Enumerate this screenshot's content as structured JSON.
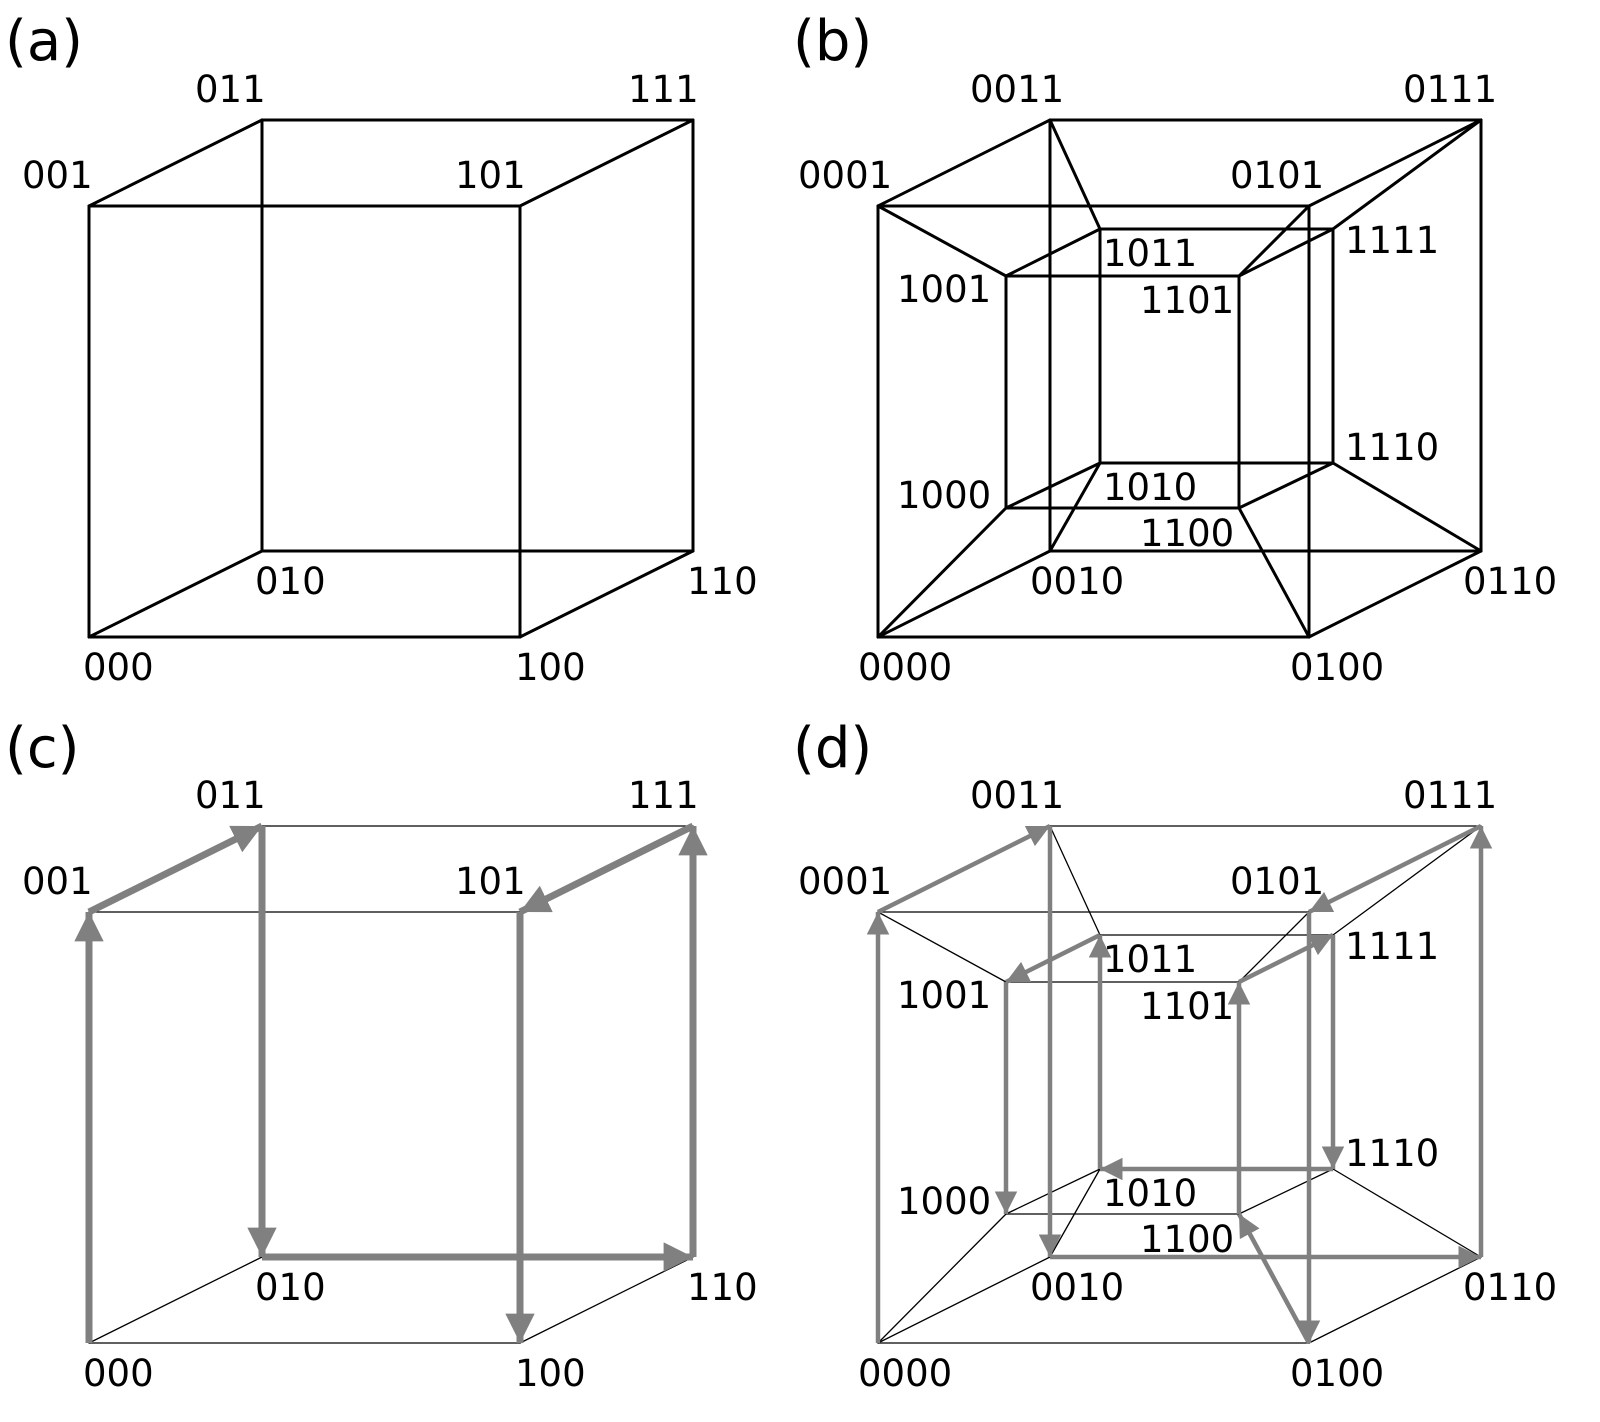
{
  "colors": {
    "edge": "#000000",
    "path": "#808080"
  },
  "panels": [
    {
      "id": "a",
      "label": "(a)",
      "kind": "cube3",
      "style": "plain",
      "vertices": [
        "000",
        "100",
        "010",
        "110",
        "001",
        "101",
        "011",
        "111"
      ],
      "edges": [
        [
          "000",
          "100"
        ],
        [
          "010",
          "110"
        ],
        [
          "001",
          "101"
        ],
        [
          "011",
          "111"
        ],
        [
          "000",
          "010"
        ],
        [
          "100",
          "110"
        ],
        [
          "001",
          "011"
        ],
        [
          "101",
          "111"
        ],
        [
          "000",
          "001"
        ],
        [
          "100",
          "101"
        ],
        [
          "010",
          "011"
        ],
        [
          "110",
          "111"
        ]
      ],
      "path": []
    },
    {
      "id": "b",
      "label": "(b)",
      "kind": "cube4",
      "style": "plain",
      "vertices": [
        "0000",
        "0100",
        "0010",
        "0110",
        "0001",
        "0101",
        "0011",
        "0111",
        "1000",
        "1100",
        "1010",
        "1110",
        "1001",
        "1101",
        "1011",
        "1111"
      ],
      "edges": [
        [
          "0000",
          "0100"
        ],
        [
          "0010",
          "0110"
        ],
        [
          "0001",
          "0101"
        ],
        [
          "0011",
          "0111"
        ],
        [
          "0000",
          "0010"
        ],
        [
          "0100",
          "0110"
        ],
        [
          "0001",
          "0011"
        ],
        [
          "0101",
          "0111"
        ],
        [
          "0000",
          "0001"
        ],
        [
          "0100",
          "0101"
        ],
        [
          "0010",
          "0011"
        ],
        [
          "0110",
          "0111"
        ],
        [
          "1000",
          "1100"
        ],
        [
          "1010",
          "1110"
        ],
        [
          "1001",
          "1101"
        ],
        [
          "1011",
          "1111"
        ],
        [
          "1000",
          "1010"
        ],
        [
          "1100",
          "1110"
        ],
        [
          "1001",
          "1011"
        ],
        [
          "1101",
          "1111"
        ],
        [
          "1000",
          "1001"
        ],
        [
          "1100",
          "1101"
        ],
        [
          "1010",
          "1011"
        ],
        [
          "1110",
          "1111"
        ],
        [
          "0000",
          "1000"
        ],
        [
          "0100",
          "1100"
        ],
        [
          "0010",
          "1010"
        ],
        [
          "0110",
          "1110"
        ],
        [
          "0001",
          "1001"
        ],
        [
          "0101",
          "1101"
        ],
        [
          "0011",
          "1011"
        ],
        [
          "0111",
          "1111"
        ]
      ],
      "path": []
    },
    {
      "id": "c",
      "label": "(c)",
      "kind": "cube3",
      "style": "path",
      "vertices": [
        "000",
        "100",
        "010",
        "110",
        "001",
        "101",
        "011",
        "111"
      ],
      "edges": [
        [
          "000",
          "100"
        ],
        [
          "010",
          "110"
        ],
        [
          "001",
          "101"
        ],
        [
          "011",
          "111"
        ],
        [
          "000",
          "010"
        ],
        [
          "100",
          "110"
        ],
        [
          "001",
          "011"
        ],
        [
          "101",
          "111"
        ],
        [
          "000",
          "001"
        ],
        [
          "100",
          "101"
        ],
        [
          "010",
          "011"
        ],
        [
          "110",
          "111"
        ]
      ],
      "path": [
        "000",
        "001",
        "011",
        "010",
        "110",
        "111",
        "101",
        "100"
      ]
    },
    {
      "id": "d",
      "label": "(d)",
      "kind": "cube4",
      "style": "path",
      "vertices": [
        "0000",
        "0100",
        "0010",
        "0110",
        "0001",
        "0101",
        "0011",
        "0111",
        "1000",
        "1100",
        "1010",
        "1110",
        "1001",
        "1101",
        "1011",
        "1111"
      ],
      "edges": [
        [
          "0000",
          "0100"
        ],
        [
          "0010",
          "0110"
        ],
        [
          "0001",
          "0101"
        ],
        [
          "0011",
          "0111"
        ],
        [
          "0000",
          "0010"
        ],
        [
          "0100",
          "0110"
        ],
        [
          "0001",
          "0011"
        ],
        [
          "0101",
          "0111"
        ],
        [
          "0000",
          "0001"
        ],
        [
          "0100",
          "0101"
        ],
        [
          "0010",
          "0011"
        ],
        [
          "0110",
          "0111"
        ],
        [
          "1000",
          "1100"
        ],
        [
          "1010",
          "1110"
        ],
        [
          "1001",
          "1101"
        ],
        [
          "1011",
          "1111"
        ],
        [
          "1000",
          "1010"
        ],
        [
          "1100",
          "1110"
        ],
        [
          "1001",
          "1011"
        ],
        [
          "1101",
          "1111"
        ],
        [
          "1000",
          "1001"
        ],
        [
          "1100",
          "1101"
        ],
        [
          "1010",
          "1011"
        ],
        [
          "1110",
          "1111"
        ],
        [
          "0000",
          "1000"
        ],
        [
          "0100",
          "1100"
        ],
        [
          "0010",
          "1010"
        ],
        [
          "0110",
          "1110"
        ],
        [
          "0001",
          "1001"
        ],
        [
          "0101",
          "1101"
        ],
        [
          "0011",
          "1011"
        ],
        [
          "0111",
          "1111"
        ]
      ],
      "path": [
        "0000",
        "0001",
        "0011",
        "0010",
        "0110",
        "0111",
        "0101",
        "0100",
        "1100",
        "1101",
        "1111",
        "1110",
        "1010",
        "1011",
        "1001",
        "1000"
      ]
    }
  ]
}
